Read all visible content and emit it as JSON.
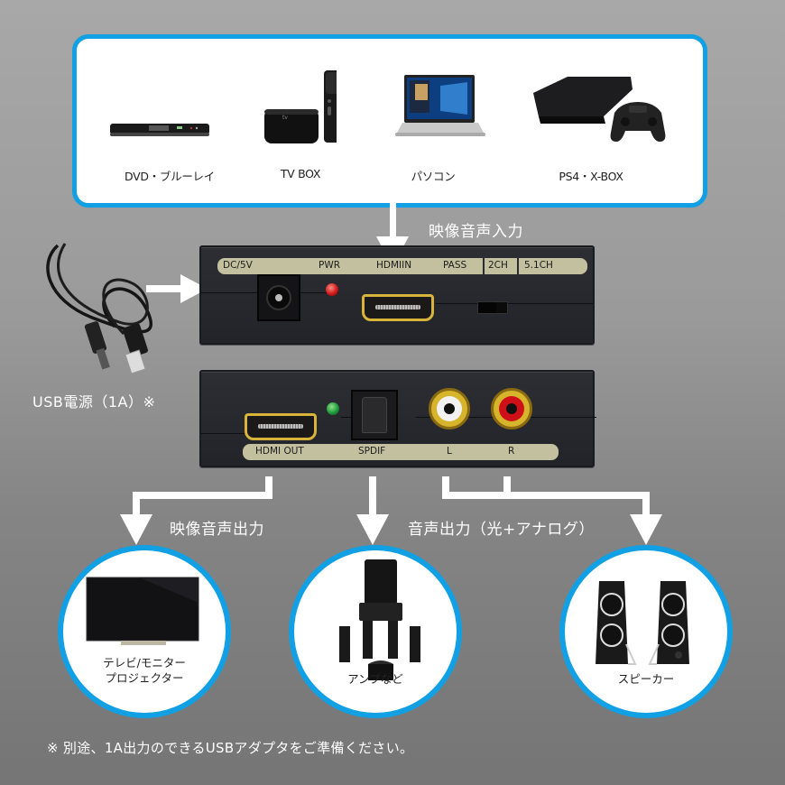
{
  "sources": {
    "items": [
      {
        "label": "DVD・ブルーレイ",
        "icon": "dvd-player-icon"
      },
      {
        "label": "TV BOX",
        "icon": "tv-box-icon"
      },
      {
        "label": "パソコン",
        "icon": "laptop-icon"
      },
      {
        "label": "PS4・X-BOX",
        "icon": "game-console-icon"
      }
    ]
  },
  "input_caption": "映像音声入力",
  "power": {
    "caption": "USB電源（1A）※",
    "icon": "usb-cable-icon"
  },
  "front_panel": {
    "labels": [
      "DC/5V",
      "PWR",
      "HDMIIN",
      "PASS",
      "2CH",
      "5.1CH"
    ],
    "led_color": "#d01a1a"
  },
  "rear_panel": {
    "labels": [
      "HDMI OUT",
      "SPDIF",
      "L",
      "R"
    ],
    "led_color": "#1e9a3a"
  },
  "outputs": {
    "video_audio_caption": "映像音声出力",
    "audio_caption": "音声出力（光+アナログ）",
    "items": [
      {
        "label_line1": "テレビ/モニター",
        "label_line2": "プロジェクター",
        "icon": "tv-icon"
      },
      {
        "label_line1": "アンプなど",
        "icon": "home-theater-icon"
      },
      {
        "label_line1": "スピーカー",
        "icon": "speaker-icon"
      }
    ]
  },
  "footnote": "※ 別途、1A出力のできるUSBアダプタをご準備ください。",
  "colors": {
    "accent_blue": "#11a0e3",
    "hdmi_gold": "#d8b43a"
  }
}
